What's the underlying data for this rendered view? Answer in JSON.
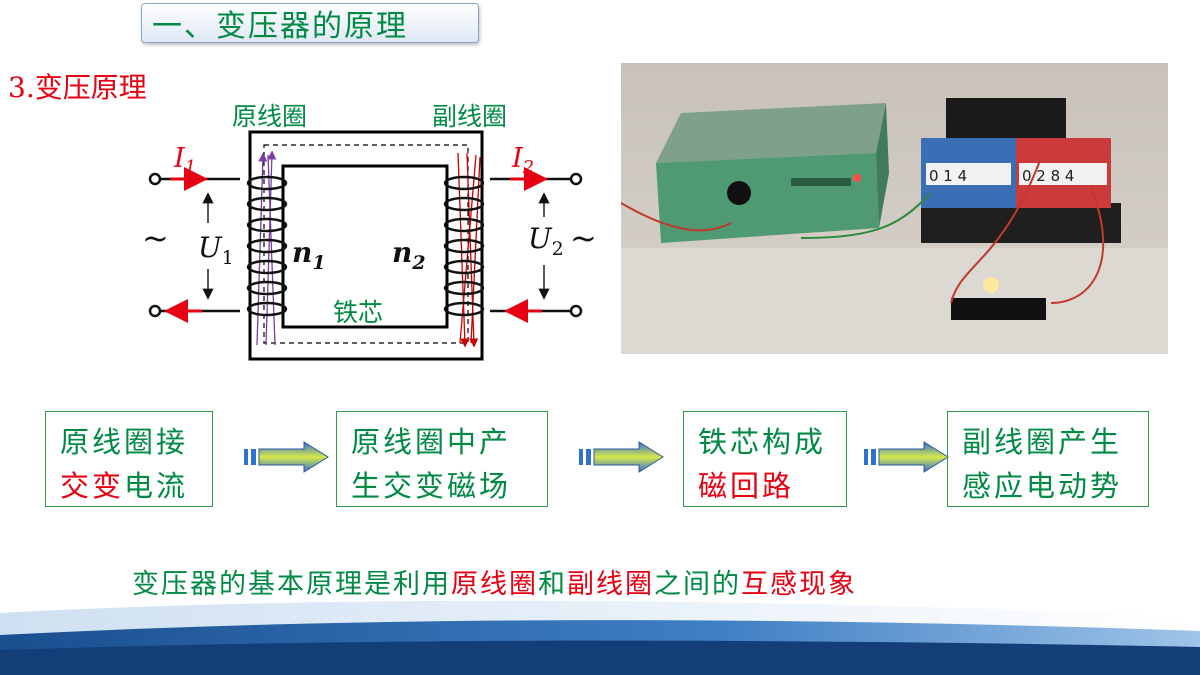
{
  "header": {
    "title": "一、变压器的原理"
  },
  "section": {
    "title": "3.变压原理"
  },
  "diagram": {
    "primary_coil_label": "原线圈",
    "secondary_coil_label": "副线圈",
    "core_label": "铁芯",
    "i1_base": "I",
    "i1_sub": "1",
    "i2_base": "I",
    "i2_sub": "2",
    "u1_base": "U",
    "u1_sub": "1",
    "u2_base": "U",
    "u2_sub": "2",
    "n1_base": "n",
    "n1_sub": "1",
    "n2_base": "n",
    "n2_sub": "2",
    "ac_left": "~",
    "ac_right": "~"
  },
  "photo": {
    "scale_left": "0 1 4",
    "scale_right": "0 2 8 4"
  },
  "steps": [
    {
      "line1": "原线圈接",
      "line2_red": "交变",
      "line2_rest": "电流"
    },
    {
      "line1": "原线圈中产",
      "line2": "生交变磁场"
    },
    {
      "line1": "铁芯构成",
      "line2_red": "磁回路"
    },
    {
      "line1": "副线圈产生",
      "line2": "感应电动势"
    }
  ],
  "summary": {
    "part1": "变压器的基本原理是利用",
    "red1": "原线圈",
    "part2": "和",
    "red2": "副线圈",
    "part3": "之间的",
    "red3": "互感现象"
  },
  "colors": {
    "green": "#008a44",
    "red": "#e60012",
    "purple": "#7a3fa0",
    "footer_blue": "#1a4f8f"
  }
}
